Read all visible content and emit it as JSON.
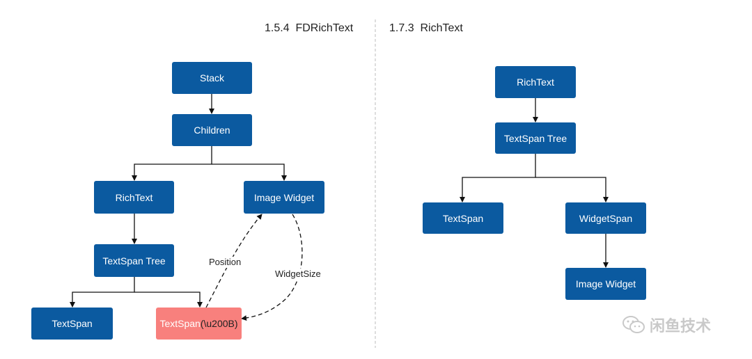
{
  "headings": {
    "left": "1.5.4  FDRichText",
    "right": "1.7.3  RichText"
  },
  "left_tree": {
    "stack": "Stack",
    "children": "Children",
    "rich_text": "RichText",
    "image_widget": "Image Widget",
    "textspan_tree": "TextSpan Tree",
    "textspan": "TextSpan",
    "textspan_special_main": "TextSpan",
    "textspan_special_suffix": "(\\u200B)",
    "edge_position": "Position",
    "edge_widget_size": "WidgetSize"
  },
  "right_tree": {
    "rich_text": "RichText",
    "textspan_tree": "TextSpan Tree",
    "textspan": "TextSpan",
    "widget_span": "WidgetSpan",
    "image_widget": "Image Widget"
  },
  "watermark": {
    "text": "闲鱼技术",
    "icon": "wechat-icon"
  },
  "colors": {
    "node": "#0b5aa0",
    "highlight_node": "#f8807d",
    "divider": "#bbbbbb"
  }
}
